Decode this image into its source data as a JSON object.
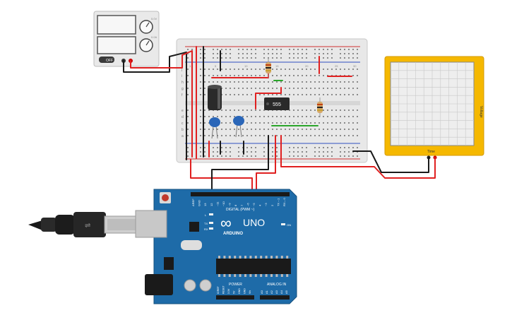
{
  "psu": {
    "btn_off": "OFF",
    "small_top": "5.0V",
    "small_bottom": "0.0A"
  },
  "breadboard": {
    "row_letters_top": [
      "j",
      "i",
      "h",
      "g",
      "f"
    ],
    "row_letters_bottom": [
      "e",
      "d",
      "c",
      "b",
      "a"
    ],
    "col_numbers": [
      "1",
      "5",
      "10",
      "15",
      "20",
      "25",
      "30"
    ]
  },
  "ic": {
    "label": "555"
  },
  "oscilloscope": {
    "y_label": "Voltage",
    "x_label": "Time"
  },
  "arduino": {
    "uno_label": "UNO",
    "brand": "ARDUINO",
    "logo_glyph": "∞",
    "led_l": "L",
    "led_tx": "TX",
    "led_rx": "RX",
    "led_on": "ON",
    "digital_label": "DIGITAL (PWM ~)",
    "power_label": "POWER",
    "analog_label": "ANALOG IN",
    "top_pins": [
      "AREF",
      "GND",
      "13",
      "12",
      "~11",
      "~10",
      "~9",
      "8",
      "7",
      "~6",
      "~5",
      "4",
      "~3",
      "2",
      "TX→1",
      "RX←0"
    ],
    "power_pins": [
      "IOREF",
      "RESET",
      "3.3V",
      "5V",
      "GND",
      "GND",
      "Vin"
    ],
    "analog_pins": [
      "A0",
      "A1",
      "A2",
      "A3",
      "A4",
      "A5"
    ]
  },
  "colors": {
    "wire_red": "#e02020",
    "wire_black": "#1a1a1a",
    "wire_green": "#2aa52a",
    "arduino_blue": "#1e6ba8",
    "scope_yellow": "#f5b800"
  }
}
